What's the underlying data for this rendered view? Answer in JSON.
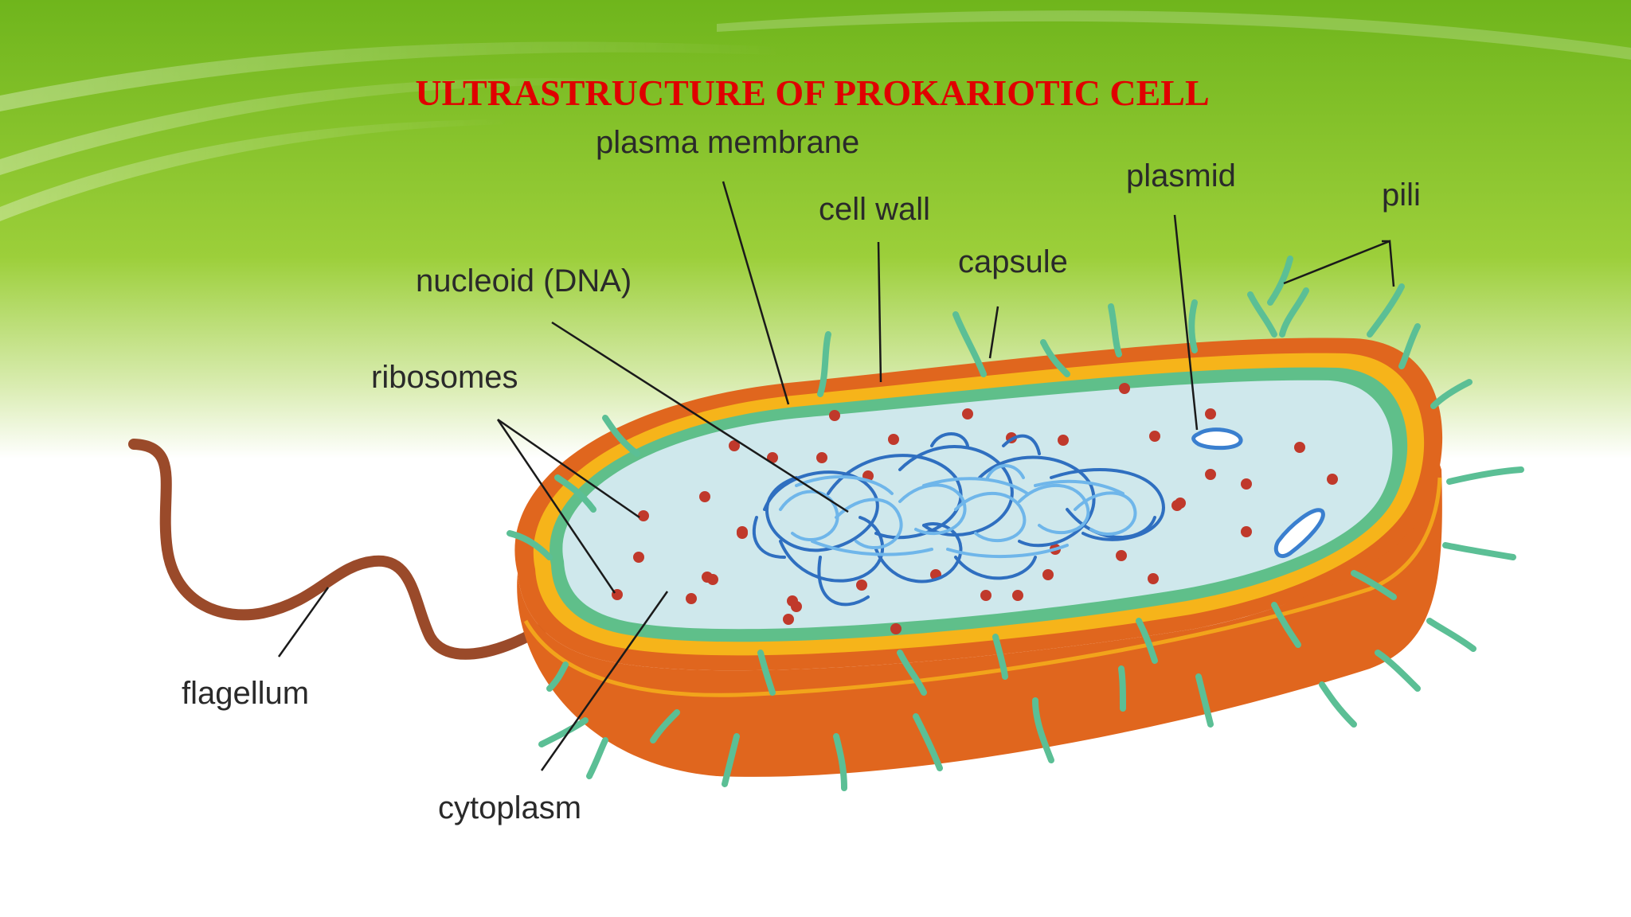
{
  "slide": {
    "title": "ULTRASTRUCTURE OF PROKARIOTIC CELL",
    "title_color": "#e00000",
    "background_top": "#7dbf24",
    "background_bottom": "#ffffff"
  },
  "labels": {
    "plasma_membrane": "plasma membrane",
    "cell_wall": "cell wall",
    "plasmid": "plasmid",
    "pili": "pili",
    "capsule": "capsule",
    "nucleoid": "nucleoid (DNA)",
    "ribosomes": "ribosomes",
    "flagellum": "flagellum",
    "cytoplasm": "cytoplasm"
  },
  "colors": {
    "capsule": "#e0661e",
    "capsule_dark": "#c9541a",
    "cell_wall": "#f6b41a",
    "plasma_membrane": "#5fbf8a",
    "cytoplasm": "#cfe8ec",
    "nucleoid": "#2f6fc0",
    "nucleoid_light": "#6fb6ea",
    "ribosome": "#c0392b",
    "pili": "#5bbf95",
    "flagellum": "#9a4a2a",
    "leader_line": "#1a1a1a"
  }
}
